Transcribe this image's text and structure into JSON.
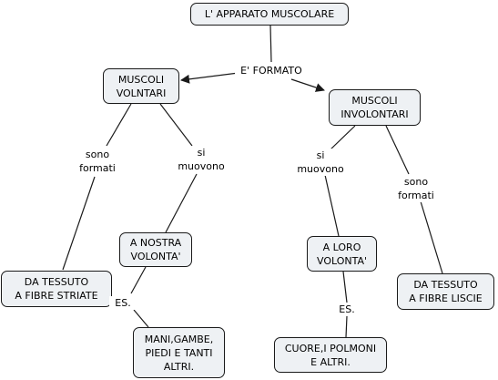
{
  "nodes": {
    "root": "L' APPARATO MUSCOLARE",
    "voluntary": "MUSCOLI\nVOLNTARI",
    "involuntary": "MUSCOLI\nINVOLONTARI",
    "striated": "DA TESSUTO\nA FIBRE STRIATE",
    "at_will": "A NOSTRA\nVOLONTA'",
    "examples_voluntary": "MANI,GAMBE,\nPIEDI E TANTI\nALTRI.",
    "their_will": "A LORO\nVOLONTA'",
    "examples_involuntary": "CUORE,I POLMONI\nE ALTRI.",
    "smooth": "DA TESSUTO\nA FIBRE LISCIE"
  },
  "links": {
    "is_made": "E' FORMATO",
    "made_of_left": "sono\nformati",
    "move_left": "si\nmuovono",
    "move_right": "si\nmuovono",
    "made_of_right": "sono\nformati",
    "example_left": "ES.",
    "example_right": "ES."
  },
  "colors": {
    "node_fill": "#eef1f4",
    "line": "#1a1a1a"
  }
}
